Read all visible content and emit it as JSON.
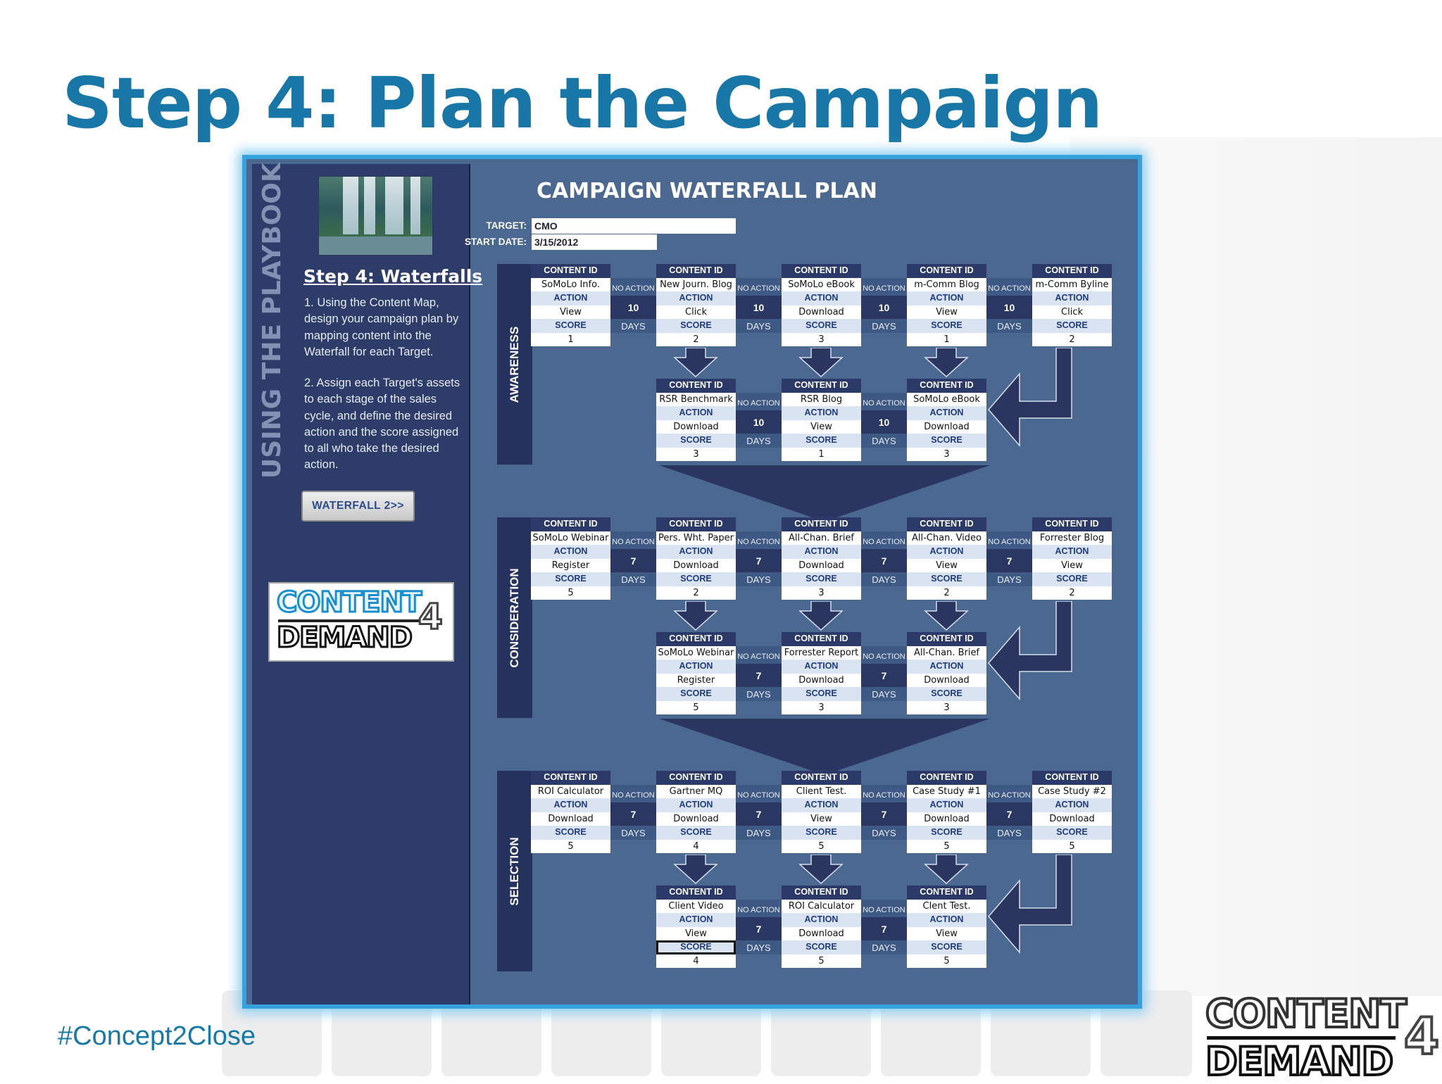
{
  "slide": {
    "title": "Step 4: Plan the Campaign",
    "hashtag": "#Concept2Close",
    "logo": {
      "line1": "CONTENT",
      "digit": "4",
      "line2": "DEMAND"
    }
  },
  "sidebar": {
    "vertical_title": "USING THE PLAYBOOK",
    "heading": "Step 4: Waterfalls",
    "paragraph1": "1. Using the Content Map, design your campaign plan by mapping content into the Waterfall for each Target.",
    "paragraph2": "2. Assign each Target's assets to each stage of the sales cycle, and define the desired action and the score assigned to all who take the desired action.",
    "button_label": "WATERFALL  2>>",
    "logo": {
      "line1": "CONTENT",
      "digit": "4",
      "line2": "DEMAND"
    }
  },
  "plan": {
    "title": "CAMPAIGN WATERFALL PLAN",
    "target_label": "TARGET:",
    "target_value": "CMO",
    "start_label": "START DATE:",
    "start_value": "3/15/2012",
    "labels": {
      "content_id": "CONTENT ID",
      "action": "ACTION",
      "score": "SCORE",
      "no_action": "NO ACTION",
      "days": "DAYS"
    },
    "colors": {
      "panel": "#4b6891",
      "sidebar": "#2d3c68",
      "header": "#2c3a69",
      "frame": "#36a2dd",
      "title_blue": "#1877a6"
    },
    "stages": [
      {
        "name": "AWARENESS",
        "row1": [
          {
            "content": "SoMoLo Info.",
            "action": "View",
            "score": "1"
          },
          {
            "content": "New Journ. Blog",
            "action": "Click",
            "score": "2"
          },
          {
            "content": "SoMoLo eBook",
            "action": "Download",
            "score": "3"
          },
          {
            "content": "m-Comm Blog",
            "action": "View",
            "score": "1"
          },
          {
            "content": "m-Comm Byline",
            "action": "Click",
            "score": "2"
          }
        ],
        "row1_gaps": [
          "10",
          "10",
          "10",
          "10"
        ],
        "row2": [
          {
            "content": "RSR Benchmark",
            "action": "Download",
            "score": "3"
          },
          {
            "content": "RSR Blog",
            "action": "View",
            "score": "1"
          },
          {
            "content": "SoMoLo eBook",
            "action": "Download",
            "score": "3"
          }
        ],
        "row2_gaps": [
          "10",
          "10"
        ]
      },
      {
        "name": "CONSIDERATION",
        "row1": [
          {
            "content": "SoMoLo Webinar",
            "action": "Register",
            "score": "5"
          },
          {
            "content": "Pers. Wht. Paper",
            "action": "Download",
            "score": "2"
          },
          {
            "content": "All-Chan. Brief",
            "action": "Download",
            "score": "3"
          },
          {
            "content": "All-Chan. Video",
            "action": "View",
            "score": "2"
          },
          {
            "content": "Forrester Blog",
            "action": "View",
            "score": "2"
          }
        ],
        "row1_gaps": [
          "7",
          "7",
          "7",
          "7"
        ],
        "row2": [
          {
            "content": "SoMoLo Webinar",
            "action": "Register",
            "score": "5"
          },
          {
            "content": "Forrester Report",
            "action": "Download",
            "score": "3"
          },
          {
            "content": "All-Chan. Brief",
            "action": "Download",
            "score": "3"
          }
        ],
        "row2_gaps": [
          "7",
          "7"
        ]
      },
      {
        "name": "SELECTION",
        "row1": [
          {
            "content": "ROI Calculator",
            "action": "Download",
            "score": "5"
          },
          {
            "content": "Gartner MQ",
            "action": "Download",
            "score": "4"
          },
          {
            "content": "Client Test.",
            "action": "View",
            "score": "5"
          },
          {
            "content": "Case Study #1",
            "action": "Download",
            "score": "5"
          },
          {
            "content": "Case Study #2",
            "action": "Download",
            "score": "5"
          }
        ],
        "row1_gaps": [
          "7",
          "7",
          "7",
          "7"
        ],
        "row2": [
          {
            "content": "Client Video",
            "action": "View",
            "score": "4"
          },
          {
            "content": "ROI Calculator",
            "action": "Download",
            "score": "5"
          },
          {
            "content": "Clent Test.",
            "action": "View",
            "score": "5"
          }
        ],
        "row2_gaps": [
          "7",
          "7"
        ]
      }
    ]
  }
}
